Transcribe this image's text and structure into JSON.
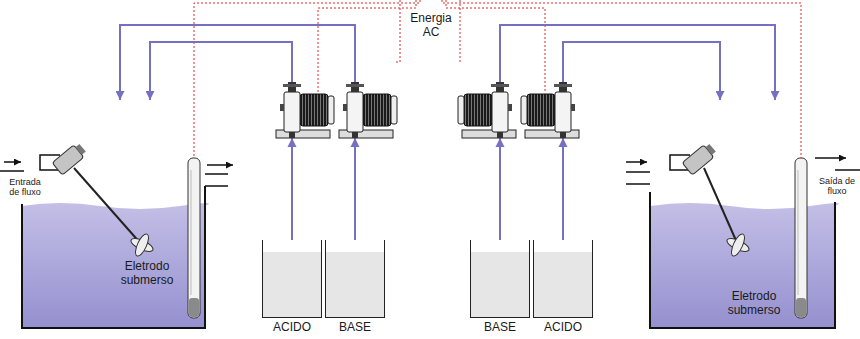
{
  "diagram": {
    "nodes": [
      {
        "text": [
          "Eletrodo submerso"
        ]
      },
      {
        "text": [
          "ACIDO"
        ]
      },
      {
        "text": [
          "BASE"
        ]
      },
      {
        "text": [
          "BASE"
        ]
      },
      {
        "text": [
          "ACIDO"
        ]
      },
      {
        "text": [
          "Eletrodo submerso"
        ]
      }
    ],
    "edges": [
      {
        "from": 1,
        "to": 0,
        "arrow": "to"
      },
      {
        "from": 2,
        "to": 0,
        "arrow": "to"
      },
      {
        "from": 3,
        "to": 5,
        "arrow": "to"
      },
      {
        "from": 4,
        "to": 5,
        "arrow": "to"
      }
    ],
    "labels": [
      "Energia AC",
      "Entrada de fluxo",
      "Saída de fluxo"
    ]
  }
}
